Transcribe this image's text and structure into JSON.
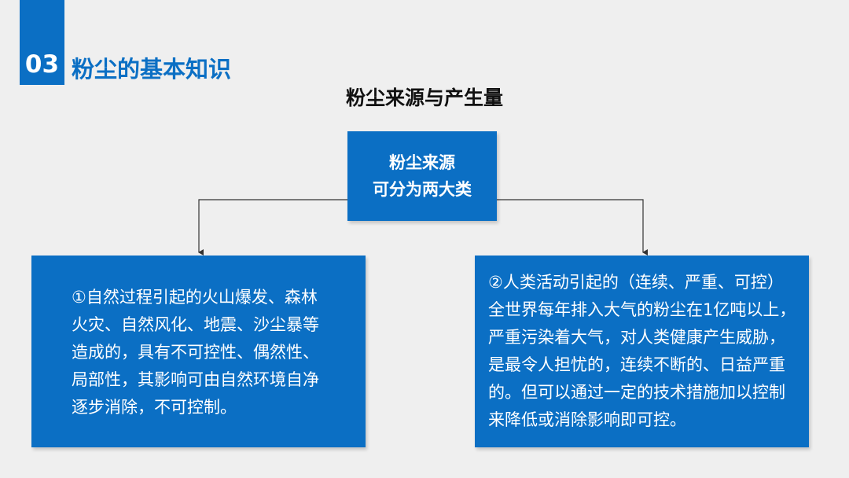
{
  "header": {
    "section_number": "03",
    "section_title": "粉尘的基本知识"
  },
  "diagram": {
    "title": "粉尘来源与产生量",
    "root": {
      "line1": "粉尘来源",
      "line2": "可分为两大类"
    },
    "children": [
      {
        "text": "①自然过程引起的火山爆发、森林火灾、自然风化、地震、沙尘暴等造成的，具有不可控性、偶然性、局部性，其影响可由自然环境自净逐步消除，不可控制。"
      },
      {
        "text": "②人类活动引起的（连续、严重、可控）全世界每年排入大气的粉尘在1亿吨以上，严重污染着大气，对人类健康产生威胁，是最令人担忧的，连续不断的、日益严重的。但可以通过一定的技术措施加以控制来降低或消除影响即可控。"
      }
    ]
  },
  "colors": {
    "accent": "#0b6fc4",
    "background": "#efefef",
    "box_text": "#ffffff",
    "connector": "#333333"
  }
}
